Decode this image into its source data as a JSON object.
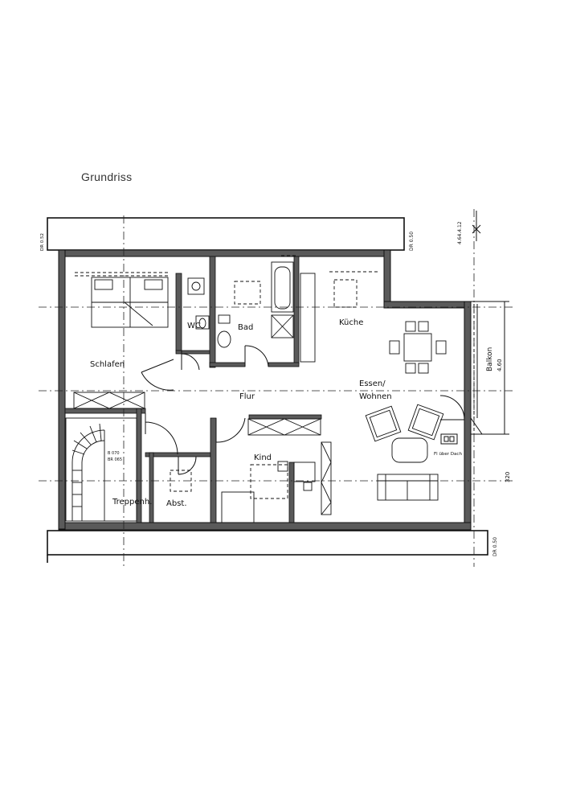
{
  "title": "Grundriss",
  "rooms": {
    "schlafen": "Schlafen",
    "wc": "WC",
    "bad": "Bad",
    "kueche": "Küche",
    "essen_line1": "Essen/",
    "essen_line2": "Wohnen",
    "flur": "Flur",
    "kind": "Kind",
    "treppenh": "Treppenh.",
    "abst": "Abst.",
    "balkon": "Balkon"
  },
  "annotations": {
    "roof_window": "Fl über Dach",
    "stair_line1": "B 070",
    "stair_line2": "BR 065",
    "dim_balkon": "4.60",
    "dim_320": "320",
    "dim_top_right": "4.64.4.12",
    "level_tr": "DR 0.50",
    "level_tl": "DR 0.52",
    "level_br": "DR 0.50"
  },
  "colors": {
    "ink": "#111111",
    "wall_fill": "#5a5a5a",
    "paper": "#ffffff"
  }
}
